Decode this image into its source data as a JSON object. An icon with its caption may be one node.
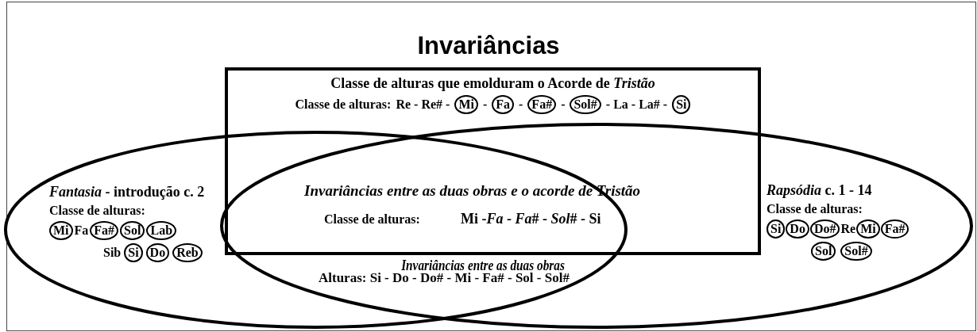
{
  "diagram": {
    "title": "Invariâncias",
    "nodes": [
      {
        "text": [
          "Classe de alturas que emolduram o Acorde de *Tristão*",
          "Classe de alturas:",
          "Re - Re# -",
          "-",
          "-",
          "-",
          "- La - La# -"
        ]
      },
      {
        "text": [
          "Mi"
        ],
        "in": 0
      },
      {
        "text": [
          "Fa"
        ],
        "in": 0
      },
      {
        "text": [
          "Fa#"
        ],
        "in": 0
      },
      {
        "text": [
          "Sol#"
        ],
        "in": 0
      },
      {
        "text": [
          "Si"
        ],
        "in": 0
      },
      {
        "text": [
          "*Fantasia* - introdução c. 2",
          "Classe de alturas:",
          "Fa",
          "Sib"
        ]
      },
      {
        "text": [
          "Mi"
        ],
        "in": 6
      },
      {
        "text": [
          "Fa#"
        ],
        "in": 6
      },
      {
        "text": [
          "Sol"
        ],
        "in": 6
      },
      {
        "text": [
          "Lab"
        ],
        "in": 6
      },
      {
        "text": [
          "Si"
        ],
        "in": 6
      },
      {
        "text": [
          "Do"
        ],
        "in": 6
      },
      {
        "text": [
          "Reb"
        ],
        "in": 6
      },
      {
        "text": [
          "*Rapsódia* c. 1 - 14",
          "Classe de alturas:",
          "Re"
        ]
      },
      {
        "text": [
          "Si"
        ],
        "in": 14
      },
      {
        "text": [
          "Do"
        ],
        "in": 14
      },
      {
        "text": [
          "Do#"
        ],
        "in": 14
      },
      {
        "text": [
          "Mi"
        ],
        "in": 14
      },
      {
        "text": [
          "Fa#"
        ],
        "in": 14
      },
      {
        "text": [
          "Sol"
        ],
        "in": 14
      },
      {
        "text": [
          "Sol#"
        ],
        "in": 14
      }
    ],
    "labels": [
      "Invariâncias entre as duas obras e o acorde de Tristão",
      "Classe de alturas:",
      "Mi -*Fa* - *Fa*# - *Sol*# - Si",
      "Invariâncias entre as duas obras",
      "Alturas: Si - Do - Do# - Mi - Fa# - Sol - Sol#"
    ]
  }
}
